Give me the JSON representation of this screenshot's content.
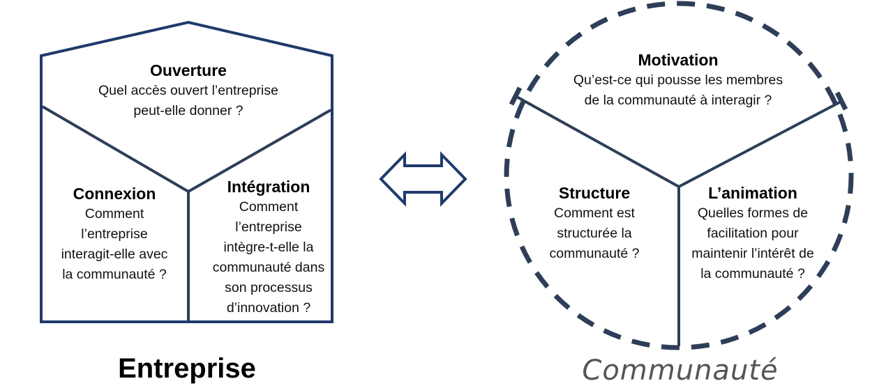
{
  "colors": {
    "entreprise_stroke": "#1f3a6b",
    "inner_stroke": "#2e3e58",
    "community_stroke": "#2e3e58",
    "arrow_stroke": "#1f3a6b"
  },
  "entreprise": {
    "label": "Entreprise",
    "sections": {
      "ouverture": {
        "title": "Ouverture",
        "lines": [
          "Quel accès ouvert l’entreprise",
          "peut-elle donner ?"
        ]
      },
      "connexion": {
        "title": "Connexion",
        "lines": [
          "Comment",
          "l’entreprise",
          "interagit-elle avec",
          "la communauté ?"
        ]
      },
      "integration": {
        "title": "Intégration",
        "lines": [
          "Comment",
          "l’entreprise",
          "intègre-t-elle la",
          "communauté dans",
          "son processus",
          "d’innovation ?"
        ]
      }
    }
  },
  "connector": {
    "icon": "double-arrow-icon"
  },
  "communaute": {
    "label": "Communauté",
    "sections": {
      "motivation": {
        "title": "Motivation",
        "lines": [
          "Qu’est-ce qui pousse les membres",
          "de la communauté à interagir ?"
        ]
      },
      "structure": {
        "title": "Structure",
        "lines": [
          "Comment est",
          "structurée la",
          "communauté ?"
        ]
      },
      "animation": {
        "title": "L’animation",
        "lines": [
          "Quelles formes de",
          "facilitation pour",
          "maintenir l’intérêt de",
          "la communauté ?"
        ]
      }
    }
  }
}
